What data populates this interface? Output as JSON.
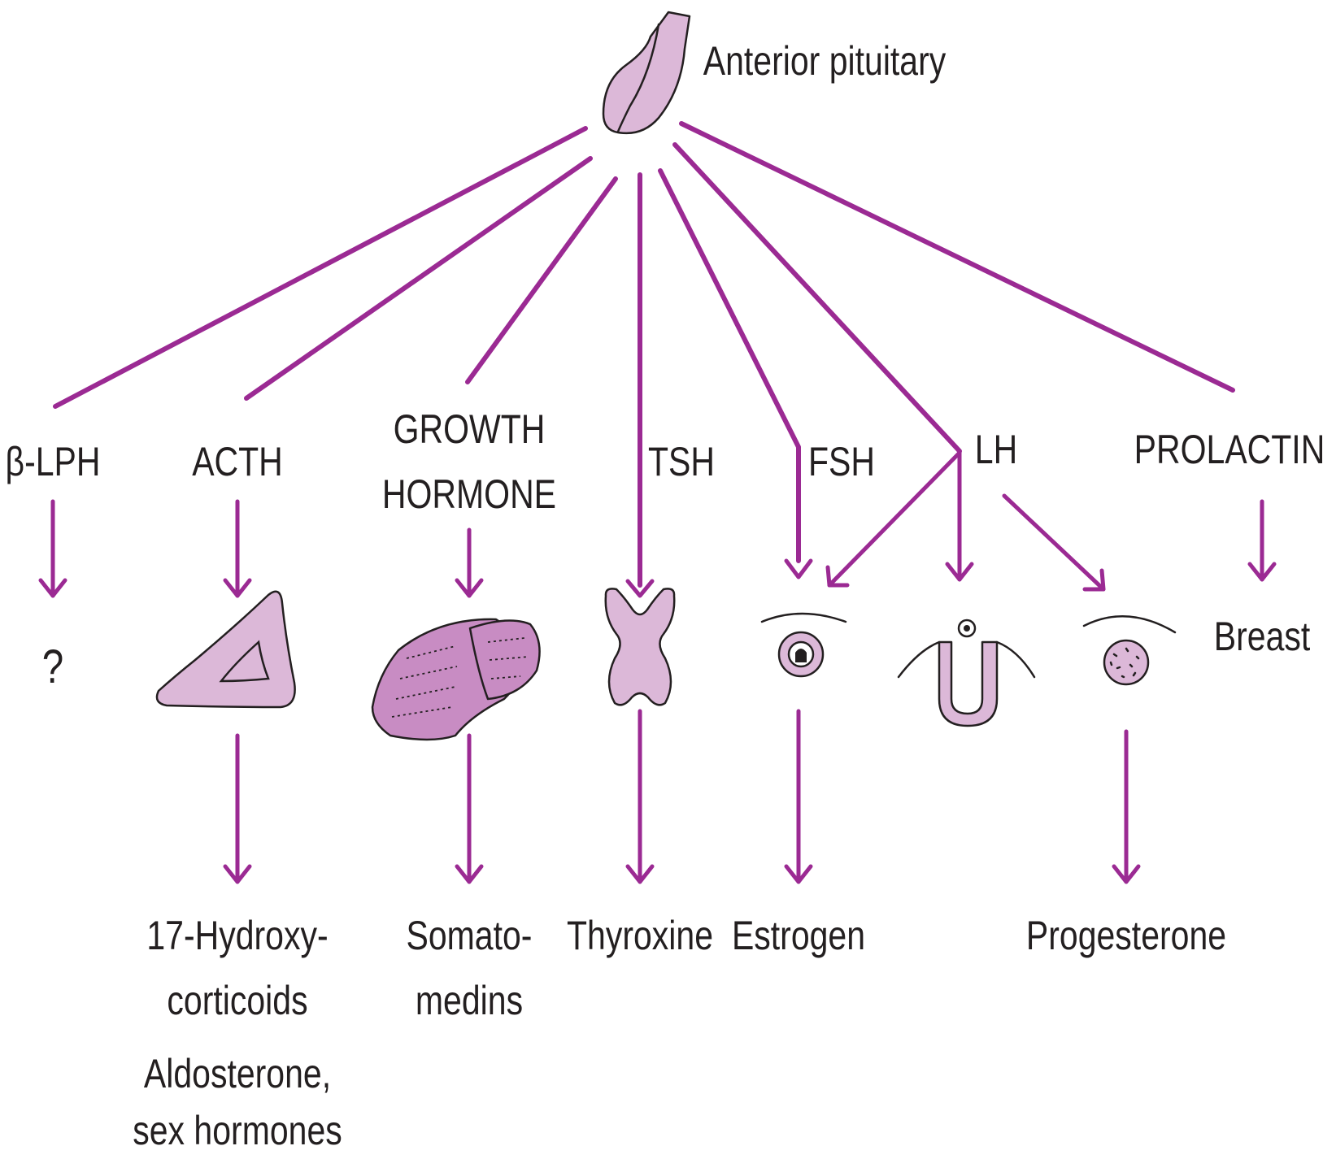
{
  "source": {
    "label": "Anterior pituitary"
  },
  "hormones": {
    "blph": "β-LPH",
    "acth": "ACTH",
    "gh_line1": "GROWTH",
    "gh_line2": "HORMONE",
    "tsh": "TSH",
    "fsh": "FSH",
    "lh": "LH",
    "prolactin": "PROLACTIN"
  },
  "targets": {
    "unknown": "?",
    "breast": "Breast"
  },
  "products": {
    "acth_line1": "17-Hydroxy-",
    "acth_line2": "corticoids",
    "acth_line3": "Aldosterone,",
    "acth_line4": "sex hormones",
    "gh_line1": "Somato-",
    "gh_line2": "medins",
    "tsh": "Thyroxine",
    "fsh": "Estrogen",
    "lh": "Progesterone"
  },
  "colors": {
    "connector": "#9b2a93",
    "organ_fill": "#dcb8d8",
    "organ_fill_dark": "#c88cc3",
    "ink": "#231f20"
  }
}
